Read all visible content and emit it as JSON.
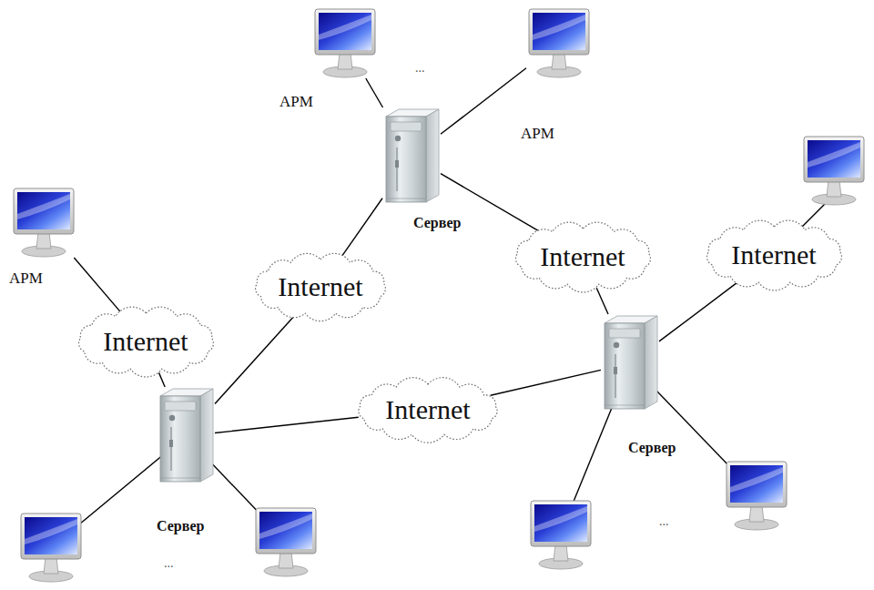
{
  "diagram": {
    "nodes": [
      {
        "text": [
          "АРМ"
        ]
      },
      {
        "text": [
          "АРМ"
        ]
      },
      {
        "text": [
          "Сервер"
        ]
      },
      {
        "text": [
          "АРМ"
        ]
      },
      {
        "text": [
          "Internet"
        ]
      },
      {
        "text": [
          "Internet"
        ]
      },
      {
        "text": [
          "Internet"
        ]
      },
      {
        "text": [
          "Internet"
        ]
      },
      {
        "text": [
          "Сервер"
        ]
      },
      {
        "text": [
          "Internet"
        ]
      },
      {
        "text": [
          "Сервер"
        ]
      }
    ],
    "edges": [
      {
        "from": 0,
        "to": 2,
        "arrow": "none"
      },
      {
        "from": 1,
        "to": 2,
        "arrow": "none"
      },
      {
        "from": 2,
        "to": 5,
        "arrow": "none"
      },
      {
        "from": 5,
        "to": 8,
        "arrow": "none"
      },
      {
        "from": 2,
        "to": 6,
        "arrow": "none"
      },
      {
        "from": 6,
        "to": 10,
        "arrow": "none"
      },
      {
        "from": 3,
        "to": 4,
        "arrow": "none"
      },
      {
        "from": 4,
        "to": 8,
        "arrow": "none"
      },
      {
        "from": 8,
        "to": 9,
        "arrow": "none"
      },
      {
        "from": 9,
        "to": 10,
        "arrow": "none"
      },
      {
        "from": 10,
        "to": 7,
        "arrow": "none"
      }
    ],
    "labels": [
      "...",
      "...",
      "..."
    ]
  }
}
